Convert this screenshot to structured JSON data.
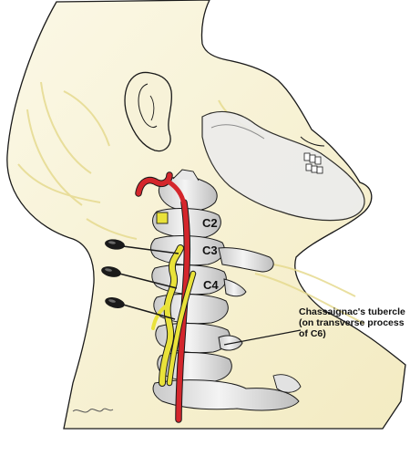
{
  "labels": {
    "c2": "C2",
    "c3": "C3",
    "c4": "C4",
    "tubercle_line1": "Chassaignac's tubercle",
    "tubercle_line2": "(on transverse process",
    "tubercle_line3": "of C6)"
  },
  "colors": {
    "skin": "#f8f3d6",
    "skin_shade": "#ece2a6",
    "bone": "#eeeeee",
    "bone_shade": "#b9b9b9",
    "artery": "#d4262c",
    "nerve": "#e9e23a",
    "ink": "#1a1a1a"
  },
  "icons": [
    "needle-icon",
    "needle-icon",
    "needle-icon"
  ]
}
